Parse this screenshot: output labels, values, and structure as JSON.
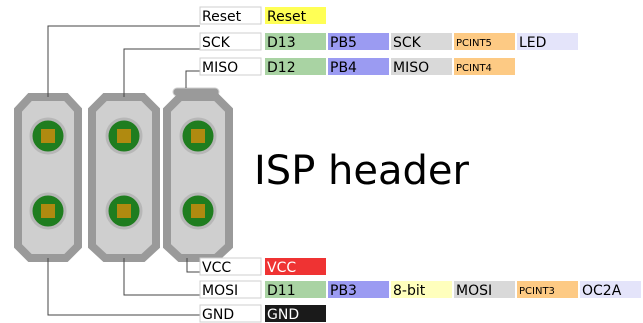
{
  "title": "ISP header",
  "colors": {
    "plain": "#ffffff",
    "gray": "#d9d9d9",
    "green": "#a9d3a3",
    "blue": "#9b9bf2",
    "orange": "#fdca84",
    "light_yellow": "#ffffbd",
    "yellow": "#ffff55",
    "red": "#ef3333",
    "black": "#1a1a1a",
    "lavender": "#e4e4fa",
    "header_body": "#9a9a9a",
    "header_outline": "#cfcfcf",
    "pad_green": "#1f7d1f",
    "pad_gold": "#b08a10",
    "wire": "#444444"
  },
  "pins": [
    {
      "id": "reset",
      "name": "Reset",
      "tags": [
        {
          "text": "Reset",
          "color": "yellow"
        }
      ]
    },
    {
      "id": "sck",
      "name": "SCK",
      "tags": [
        {
          "text": "D13",
          "color": "green"
        },
        {
          "text": "PB5",
          "color": "blue"
        },
        {
          "text": "SCK",
          "color": "gray"
        },
        {
          "text": "PCINT5",
          "color": "orange",
          "small": true
        },
        {
          "text": "LED",
          "color": "lavender"
        }
      ]
    },
    {
      "id": "miso",
      "name": "MISO",
      "tags": [
        {
          "text": "D12",
          "color": "green"
        },
        {
          "text": "PB4",
          "color": "blue"
        },
        {
          "text": "MISO",
          "color": "gray"
        },
        {
          "text": "PCINT4",
          "color": "orange",
          "small": true
        }
      ]
    },
    {
      "id": "vcc",
      "name": "VCC",
      "tags": [
        {
          "text": "VCC",
          "color": "red",
          "light": true
        }
      ]
    },
    {
      "id": "mosi",
      "name": "MOSI",
      "tags": [
        {
          "text": "D11",
          "color": "green"
        },
        {
          "text": "PB3",
          "color": "blue"
        },
        {
          "text": "8-bit",
          "color": "light_yellow"
        },
        {
          "text": "MOSI",
          "color": "gray"
        },
        {
          "text": "PCINT3",
          "color": "orange",
          "small": true
        },
        {
          "text": "OC2A",
          "color": "lavender"
        }
      ]
    },
    {
      "id": "gnd",
      "name": "GND",
      "tags": [
        {
          "text": "GND",
          "color": "black",
          "light": true
        }
      ]
    }
  ]
}
